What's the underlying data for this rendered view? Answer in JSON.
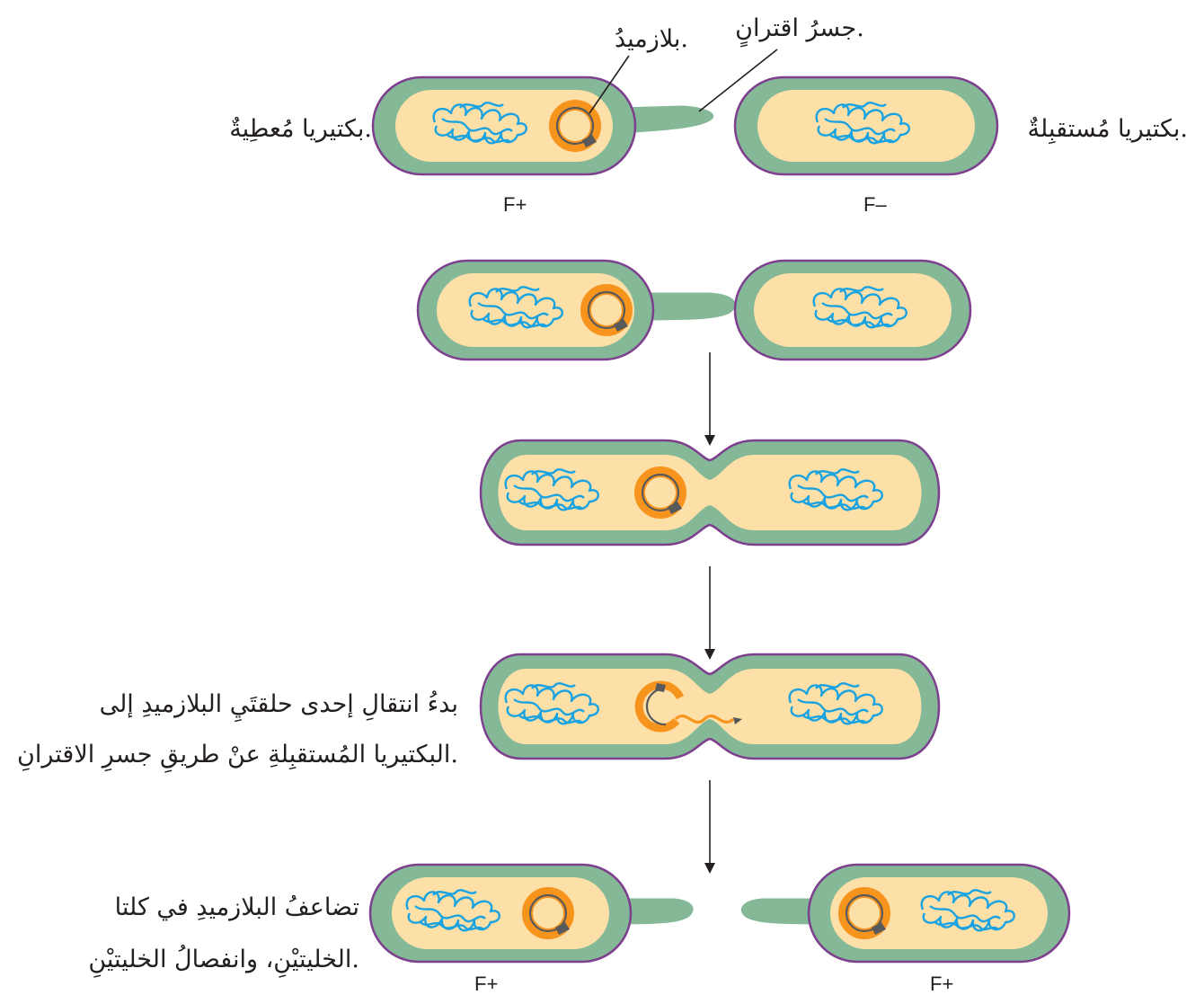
{
  "labels": {
    "plasmid": "بلازميدُ.",
    "bridge": "جسرُ اقترانٍ.",
    "donor": "بكتيريا مُعطِيةٌ.",
    "recipient": "بكتيريا مُستقبِلةٌ.",
    "donor_type": "F+",
    "recipient_type": "F–",
    "transfer_line1": "بدءُ انتقالِ إحدى حلقتَيِ البلازميدِ إلى",
    "transfer_line2": "البكتيريا المُستقبِلةِ عنْ طريقِ جسرِ الاقترانِ.",
    "replication_line1": "تضاعفُ البلازميدِ في كلتا",
    "replication_line2": "الخليتيْنِ، وانفصالُ الخليتيْنِ.",
    "result_left_type": "F+",
    "result_right_type": "F+"
  },
  "colors": {
    "cell_wall": "#84b897",
    "membrane_outline": "#7d3f8e",
    "cytoplasm": "#fde0a8",
    "chromosome": "#1aa3e0",
    "plasmid": "#f7941d",
    "plasmid_inner": "#58595b"
  }
}
